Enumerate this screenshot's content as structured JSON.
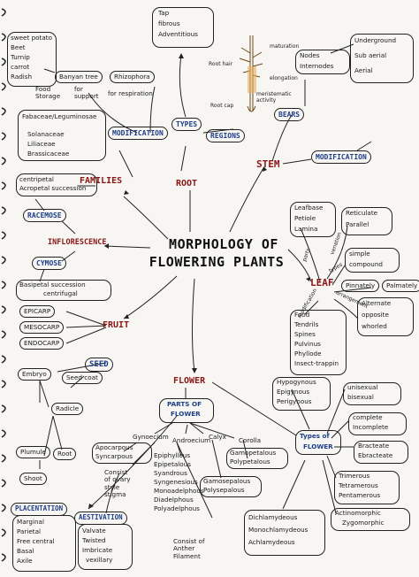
{
  "title": {
    "line1": "MORPHOLOGY OF",
    "line2": "FLOWERING PLANTS"
  },
  "root": {
    "label": "ROOT",
    "types_label": "TYPES",
    "modification_label": "MODIFICATION",
    "regions_label": "REGIONS",
    "types": [
      "Tap",
      "fibrous",
      "Adventitious"
    ],
    "modifications": [
      "sweet potato",
      "Beet",
      "Turnip",
      "carrot",
      "Radish"
    ],
    "banyan": "Banyan tree",
    "rhizophora": "Rhizophora",
    "food_storage": [
      "Food",
      "Storage"
    ],
    "for_support": [
      "for",
      "support"
    ],
    "for_respiration": "for respiration",
    "regions": [
      "maturation",
      "elongation",
      "meristematic activity",
      "Root cap",
      "Root hair"
    ]
  },
  "families": {
    "label": "FAMILIES",
    "items": [
      "Fabaceae/Leguminosae",
      "Solanaceae",
      "Liliaceae",
      "Brassicaceae"
    ]
  },
  "inflorescence": {
    "label": "INFLORESCENCE",
    "racemose": "RACEMOSE",
    "cymose": "CYMOSE",
    "racemose_note": [
      "centripetal",
      "Acropetal succession"
    ],
    "cymose_note": [
      "Basipetal succession",
      "centrifugal"
    ]
  },
  "stem": {
    "label": "STEM",
    "bears": "BEARS",
    "modification": "MODIFICATION",
    "bears_items": [
      "Nodes",
      "Internodes"
    ],
    "types": [
      "Underground",
      "Sub aerial",
      "Aerial"
    ]
  },
  "leaf": {
    "label": "LEAF",
    "parts_label": "parts",
    "venation_label": "venation",
    "types_label": "types",
    "arrangement_label": "arrangement",
    "modification_label": "modification",
    "parts": [
      "Leafbase",
      "Petiole",
      "Lamina"
    ],
    "venation": [
      "Reticulate",
      "Parallel"
    ],
    "types": [
      "simple",
      "compound"
    ],
    "compound": [
      "Pinnately",
      "Palmately"
    ],
    "arrangement": [
      "Alternate",
      "opposite",
      "whorled"
    ],
    "modifications": [
      "Food",
      "Tendrils",
      "Spines",
      "Pulvinus",
      "Phyllode",
      "Insect-trappin"
    ]
  },
  "fruit": {
    "label": "FRUIT",
    "items": [
      "EPICARP",
      "MESOCARP",
      "ENDOCARP"
    ]
  },
  "seed": {
    "label": "SEED",
    "embryo": "Embryo",
    "seed_coat": "Seed coat",
    "radicle": "Radicle",
    "plumule": "Plumule",
    "root": "Root",
    "shoot": "Shoot"
  },
  "flower": {
    "label": "FLOWER",
    "parts_label": [
      "PARTS OF",
      "FLOWER"
    ],
    "types_label": [
      "Types of",
      "FLOWER"
    ],
    "gynoecium": "Gynoecium",
    "androecium": "Androecium",
    "calyx": "Calyx",
    "corolla": "Corolla",
    "gyn_items": [
      "Apocarpous",
      "Syncarpous"
    ],
    "gyn_consist": [
      "Consist",
      "of ovary",
      "style",
      "stigma"
    ],
    "andr_items": [
      "Epiphyllous",
      "Epipetalous",
      "Syandrous",
      "Syngenesious",
      "Monoadelphous",
      "Diadelphous",
      "Polyadelphous"
    ],
    "andr_consist": [
      "Consist of",
      "Anther",
      "Filament"
    ],
    "calyx_items": [
      "Gamosepalous",
      "Polysepalous"
    ],
    "corolla_items": [
      "Gamopetalous",
      "Polypetalous"
    ],
    "position": [
      "Hypogynous",
      "Epigynous",
      "Perigynous"
    ],
    "sex": [
      "unisexual",
      "bisexual"
    ],
    "completeness": [
      "complete",
      "Incomplete"
    ],
    "bract": [
      "Bracteate",
      "Ebracteate"
    ],
    "merous": [
      "Trimerous",
      "Tetramerous",
      "Pentamerous"
    ],
    "symmetry": [
      "Actinomorphic",
      "Zygomorphic"
    ],
    "dioecy": [
      "Dichlamydeous",
      "Monochlamydeous",
      "Achlamydeous"
    ]
  },
  "placentation": {
    "label": "PLACENTATION",
    "items": [
      "Marginal",
      "Parietal",
      "Free central",
      "Basal",
      "Axile"
    ]
  },
  "aestivation": {
    "label": "AESTIVATION",
    "items": [
      "Valvate",
      "Twisted",
      "Imbricate",
      "vexillary"
    ]
  }
}
